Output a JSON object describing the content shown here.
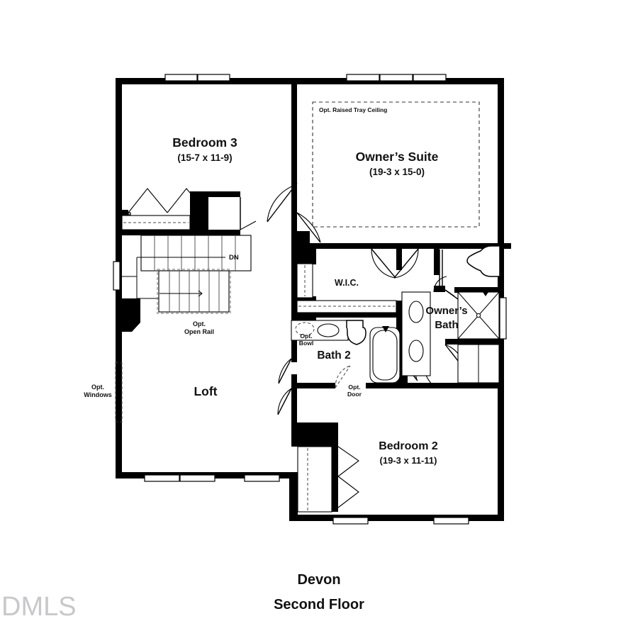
{
  "document": {
    "plan_name": "Devon",
    "floor_label": "Second Floor",
    "watermark": "DMLS"
  },
  "rooms": [
    {
      "id": "bedroom3",
      "name": "Bedroom 3",
      "dimensions": "(15-7 x 11-9)"
    },
    {
      "id": "owners_suite",
      "name": "Owner’s Suite",
      "dimensions": "(19-3 x 15-0)"
    },
    {
      "id": "loft",
      "name": "Loft",
      "dimensions": ""
    },
    {
      "id": "wic",
      "name": "W.I.C.",
      "dimensions": ""
    },
    {
      "id": "bath2",
      "name": "Bath 2",
      "dimensions": ""
    },
    {
      "id": "owners_bath",
      "name": "Owner’s",
      "dimensions": "Bath"
    },
    {
      "id": "bedroom2",
      "name": "Bedroom 2",
      "dimensions": "(19-3 x 11-11)"
    }
  ],
  "annotations": {
    "tray_ceiling": "Opt. Raised Tray Ceiling",
    "stair_direction": "DN",
    "open_rail_line1": "Opt.",
    "open_rail_line2": "Open Rail",
    "opt_windows_line1": "Opt.",
    "opt_windows_line2": "Windows",
    "opt_bowl_line1": "Opt.",
    "opt_bowl_line2": "Bowl",
    "opt_door_line1": "Opt.",
    "opt_door_line2": "Door"
  },
  "colors": {
    "wall": "#000000",
    "background": "#ffffff",
    "text": "#111111",
    "dashed_guide": "#333333",
    "watermark": "#9c9ca2"
  }
}
